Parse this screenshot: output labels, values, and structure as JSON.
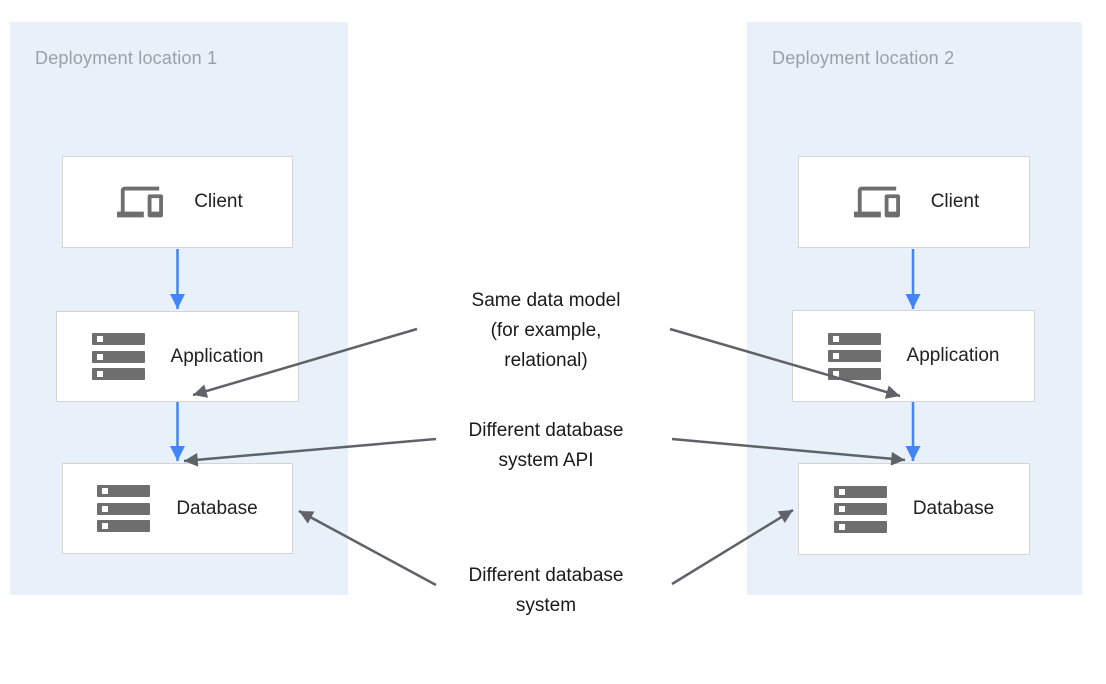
{
  "zones": [
    {
      "title": "Deployment location 1",
      "nodes": [
        {
          "label": "Client",
          "icon": "devices-icon"
        },
        {
          "label": "Application",
          "icon": "storage-icon"
        },
        {
          "label": "Database",
          "icon": "storage-icon"
        }
      ]
    },
    {
      "title": "Deployment location 2",
      "nodes": [
        {
          "label": "Client",
          "icon": "devices-icon"
        },
        {
          "label": "Application",
          "icon": "storage-icon"
        },
        {
          "label": "Database",
          "icon": "storage-icon"
        }
      ]
    }
  ],
  "annotations": [
    {
      "lines": [
        "Same data model",
        "(for example,",
        "relational)"
      ]
    },
    {
      "lines": [
        "Different database",
        "system API"
      ]
    },
    {
      "lines": [
        "Different database",
        "system"
      ]
    }
  ],
  "colors": {
    "zone-bg": "#e8f0fa",
    "zone-title": "#9aa0a6",
    "node-border": "#d5d5d5",
    "node-bg": "#ffffff",
    "node-label": "#212121",
    "icon-gray": "#6e6e6e",
    "flow-arrow": "#4285f4",
    "callout-arrow": "#5f6368",
    "annotation-text": "#1a1a1a"
  }
}
